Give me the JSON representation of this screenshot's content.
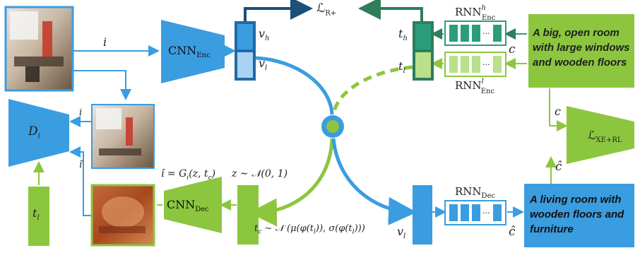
{
  "colors": {
    "blue": "#3a9de0",
    "blue_dark": "#1f6aa6",
    "blue_navy": "#1d4f7a",
    "blue_light": "#a9d3f3",
    "green": "#8cc63f",
    "green_light": "#b9e08a",
    "green_dark": "#2e7d5b",
    "teal": "#2b9d7b"
  },
  "labels": {
    "i_input": "i",
    "cnn_enc": "CNN",
    "cnn_enc_sub": "Enc",
    "v_h": "v",
    "v_h_sub": "h",
    "v_l": "v",
    "v_l_sub": "l",
    "loss_r": "ℒ",
    "loss_r_sub": "R+",
    "rnn_enc_h": "RNN",
    "rnn_enc_h_sup": "h",
    "rnn_enc_h_sub": "Enc",
    "rnn_enc_l": "RNN",
    "rnn_enc_l_sup": "l",
    "rnn_enc_l_sub": "Enc",
    "t_h": "t",
    "t_h_sub": "h",
    "t_l": "t",
    "t_l_sub": "l",
    "c_upper": "c",
    "c_right": "c",
    "c_hat_right": "ĉ",
    "c_hat_bottom": "ĉ",
    "loss_xe": "ℒ",
    "loss_xe_sub": "XE+RL",
    "d_i": "D",
    "d_i_sub": "i",
    "i_small": "i",
    "i_hat": "î",
    "t_l_left": "t",
    "t_l_left_sub": "l",
    "gen_eq": "î = G",
    "gen_eq_sub": "i",
    "gen_eq_args": "(z, t",
    "gen_eq_args_sub": "c",
    "gen_eq_end": ")",
    "z_eq": "z ∼ 𝒩(0, 1)",
    "cnn_dec": "CNN",
    "cnn_dec_sub": "Dec",
    "tc_eq": "t",
    "tc_eq_sub": "c",
    "tc_eq_rest": " ∼ 𝒩 (μ(φ(t",
    "tc_eq_rest_sub": "l",
    "tc_eq_rest2": ")), σ(φ(t",
    "tc_eq_rest2_sub": "l",
    "tc_eq_rest3": ")))",
    "v_l_bottom": "v",
    "v_l_bottom_sub": "l",
    "rnn_dec": "RNN",
    "rnn_dec_sub": "Dec",
    "ellipsis": "..."
  },
  "caption_gt": "A big, open room with large windows and wooden floors",
  "caption_gen": "A living room with wooden floors and furniture"
}
